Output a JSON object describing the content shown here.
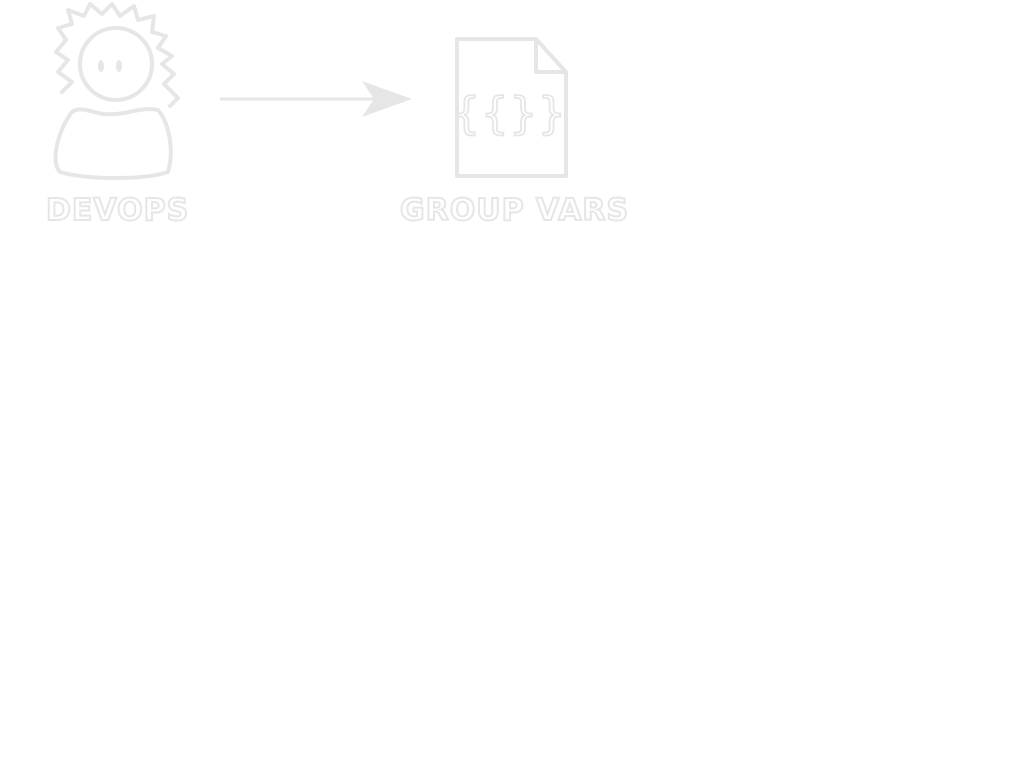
{
  "diagram": {
    "stroke_color": "#e6e6e6",
    "nodes": [
      {
        "id": "devops",
        "label": "DEVOPS",
        "icon": "person-icon"
      },
      {
        "id": "group_vars",
        "label": "GROUP VARS",
        "icon": "json-file-icon",
        "icon_text": "{{}}"
      }
    ],
    "edges": [
      {
        "from": "devops",
        "to": "group_vars",
        "style": "solid-arrow"
      }
    ]
  }
}
